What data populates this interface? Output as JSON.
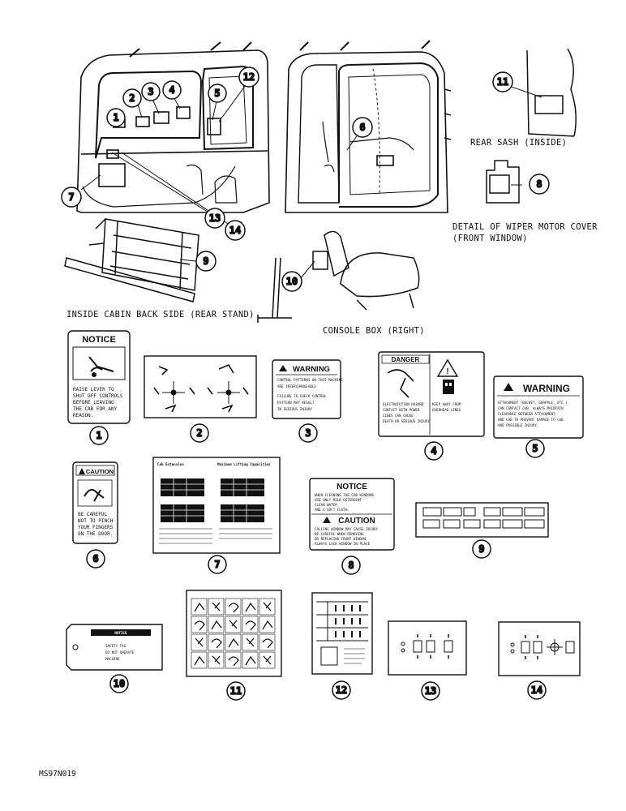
{
  "captions": {
    "rear_sash": "REAR SASH (INSIDE)",
    "wiper_line1": "DETAIL OF WIPER MOTOR COVER",
    "wiper_line2": "(FRONT WINDOW)",
    "inside_cabin": "INSIDE CABIN BACK SIDE (REAR STAND)",
    "console_box": "CONSOLE BOX (RIGHT)",
    "drawing_code": "MS97N019"
  },
  "callouts": [
    "1",
    "2",
    "3",
    "4",
    "5",
    "6",
    "7",
    "8",
    "9",
    "10",
    "11",
    "12",
    "13",
    "14"
  ],
  "decals": {
    "d1": {
      "title": "NOTICE",
      "lines": [
        "RAISE LEVER TO",
        "SHUT OFF CONTROLS",
        "BEFORE LEAVING",
        "THE CAB FOR ANY",
        "REASON."
      ]
    },
    "d3": {
      "title": "WARNING",
      "lines": [
        "CONTROL PATTERNS ON THIS MACHINE",
        "ARE INTERCHANGEABLE",
        "FAILURE TO CHECK CONTROL",
        "PATTERN MAY RESULT",
        "IN SERIOUS INJURY"
      ]
    },
    "d4": {
      "title": "DANGER",
      "lines": [
        "ELECTROCUTION HAZARD",
        "CONTACT WITH POWER",
        "LINES CAN CAUSE",
        "DEATH OR SERIOUS INJURY",
        "KEEP AWAY FROM",
        "OVERHEAD LINES"
      ]
    },
    "d5": {
      "title": "WARNING",
      "lines": [
        "ATTACHMENT (BUCKET, GRAPPLE, ETC.)",
        "CAN CONTACT CAB. ALWAYS MAINTAIN",
        "CLEARANCE BETWEEN ATTACHMENT",
        "AND CAB TO PREVENT DAMAGE TO CAB",
        "AND POSSIBLE INJURY."
      ]
    },
    "d6": {
      "title": "CAUTION",
      "lines": [
        "BE CAREFUL",
        "NOT TO PINCH",
        "YOUR FINGERS",
        "ON THE DOOR."
      ]
    },
    "d7": {
      "left_head": "Cab Extension",
      "right_head": "Maximum Lifting Capacities"
    },
    "d8": {
      "title": "NOTICE",
      "lines": [
        "WHEN CLEANING THE CAB WINDOWS",
        "USE ONLY MILD DETERGENT",
        "CLEAN WATER",
        "AND A SOFT CLOTH."
      ],
      "title2": "CAUTION",
      "lines2": [
        "FALLING WINDOW MAY CAUSE INJURY",
        "BE CAREFUL WHEN REMOVING",
        "OR REPLACING FRONT WINDOW",
        "ALWAYS LOCK WINDOW IN PLACE"
      ]
    },
    "d10": {
      "title": "NOTICE",
      "lines": [
        "SAFETY TAG",
        "DO NOT OPERATE",
        "MACHINE"
      ]
    }
  }
}
